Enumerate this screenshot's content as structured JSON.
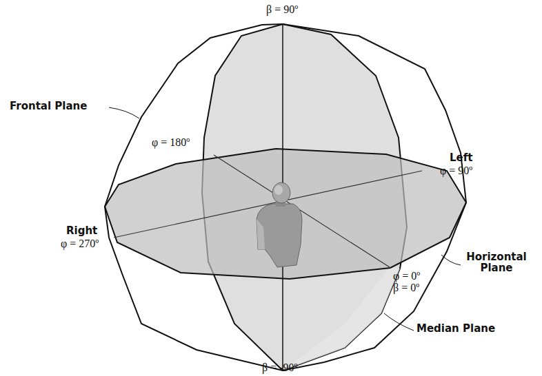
{
  "diagram": {
    "labels": [
      "β = 90º",
      "Frontal Plane",
      "φ = 180º",
      "Left",
      "φ = 90º",
      "Right",
      "φ = 270º",
      "φ = 0º",
      "β = 0º",
      "Horizontal Plane",
      "Median Plane",
      "β = -90º"
    ]
  }
}
